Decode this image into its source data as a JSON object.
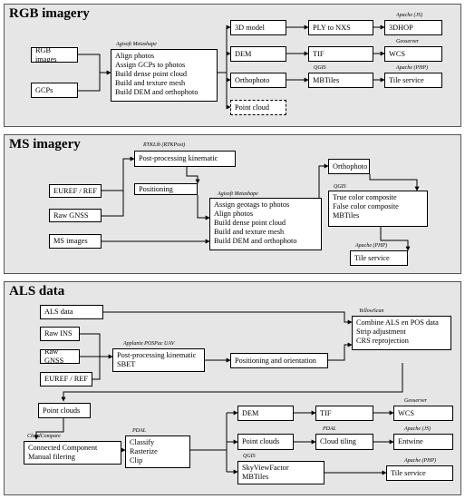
{
  "rgb": {
    "title": "RGB imagery",
    "boxes": {
      "rgb_images": "RGB images",
      "gcps": "GCPs",
      "process": "Align photos\nAssign GCPs to photos\nBuild dense point cloud\nBuild and texture mesh\nBuild DEM and orthophoto",
      "model3d": "3D model",
      "dem": "DEM",
      "ortho": "Orthophoto",
      "pointcloud": "Point cloud",
      "ply": "PLY to NXS",
      "tif": "TIF",
      "mbtiles": "MBTiles",
      "hop": "3DHOP",
      "wcs": "WCS",
      "tileservice": "Tile service"
    },
    "tags": {
      "metashape": "Agisoft Metashape",
      "apache_js": "Apache (JS)",
      "geoserver": "Geoserver",
      "qgis": "QGIS",
      "apache_php": "Apache (PHP)"
    }
  },
  "ms": {
    "title": "MS imagery",
    "boxes": {
      "ppk": "Post-processing kinematic",
      "positioning": "Positioning",
      "euref": "EUREF / REF",
      "gnss": "Raw GNSS",
      "ms_images": "MS images",
      "process": "Assign geotags to photos\nAlign photos\nBuild dense point cloud\nBuild and texture mesh\nBuild DEM and orthophoto",
      "ortho": "Orthophoto",
      "composite": "True color composite\nFalse color composite\nMBTiles",
      "tileservice": "Tile service"
    },
    "tags": {
      "rtklib": "RTKLib (RTKPost)",
      "metashape": "Agisoft Metashape",
      "qgis": "QGIS",
      "apache_php": "Apache (PHP)"
    }
  },
  "als": {
    "title": "ALS data",
    "boxes": {
      "als_data": "ALS data",
      "ins": "Raw INS",
      "gnss": "Raw GNSS",
      "euref": "EUREF / REF",
      "ppk": "Post-processing kinematic\nSBET",
      "pos": "Positioning and orientation",
      "combine": "Combine ALS en POS data\nStrip adjustment\nCRS reprojection",
      "pointclouds": "Point clouds",
      "connected": "Connected Component\nManual filering",
      "classify": "Classify\nRasterize\nClip",
      "dem": "DEM",
      "pointclouds2": "Point clouds",
      "skyview": "SkyViewFactor\nMBTiles",
      "tif": "TIF",
      "cloudtiling": "Cloud tiling",
      "wcs": "WCS",
      "entwine": "Entwine",
      "tileservice": "Tile service"
    },
    "tags": {
      "yellowscan": "YellowScan",
      "applanix": "Applanix POSPac UAV",
      "cloudcompare": "CloudCompare",
      "pdal": "PDAL",
      "qgis": "QGIS",
      "geoserver": "Geoserver",
      "pdal2": "PDAL",
      "apache_js": "Apache (JS)",
      "apache_php": "Apache (PHP)"
    }
  }
}
